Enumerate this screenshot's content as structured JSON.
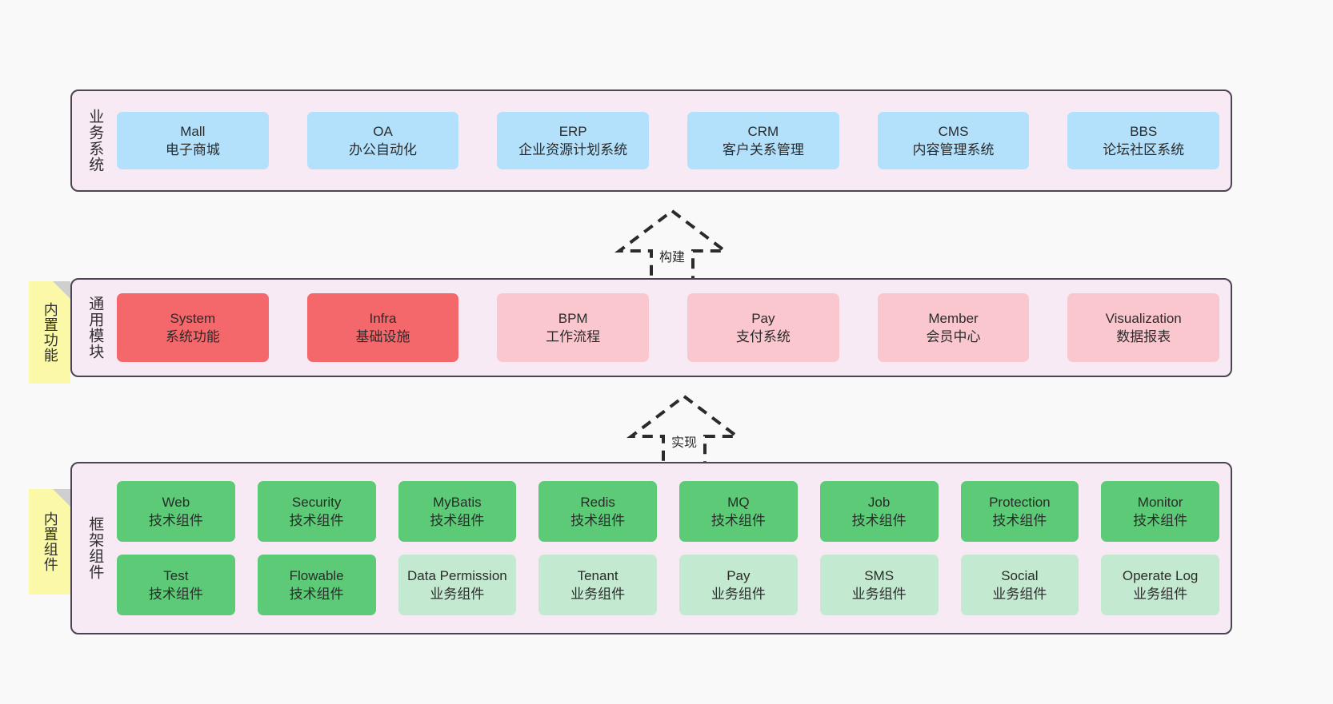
{
  "diagram": {
    "background": "#f9f9f9",
    "layer_fill": "#f8eaf4",
    "layer_stroke": "#4b4453",
    "note_fill": "#fbf8a8"
  },
  "layers": [
    {
      "id": "business",
      "title": "业务系统",
      "color": "#b3e0fb",
      "items": [
        {
          "en": "Mall",
          "cn": "电子商城"
        },
        {
          "en": "OA",
          "cn": "办公自动化"
        },
        {
          "en": "ERP",
          "cn": "企业资源计划系统"
        },
        {
          "en": "CRM",
          "cn": "客户关系管理"
        },
        {
          "en": "CMS",
          "cn": "内容管理系统"
        },
        {
          "en": "BBS",
          "cn": "论坛社区系统"
        }
      ]
    },
    {
      "id": "common-module",
      "title": "通用模块",
      "note": "内置功能",
      "color_primary": "#f4686c",
      "color_secondary": "#fbc7cf",
      "items": [
        {
          "en": "System",
          "cn": "系统功能",
          "tone": "primary"
        },
        {
          "en": "Infra",
          "cn": "基础设施",
          "tone": "primary"
        },
        {
          "en": "BPM",
          "cn": "工作流程",
          "tone": "secondary"
        },
        {
          "en": "Pay",
          "cn": "支付系统",
          "tone": "secondary"
        },
        {
          "en": "Member",
          "cn": "会员中心",
          "tone": "secondary"
        },
        {
          "en": "Visualization",
          "cn": "数据报表",
          "tone": "secondary"
        }
      ]
    },
    {
      "id": "framework",
      "title": "框架组件",
      "note": "内置组件",
      "color_primary": "#5cca77",
      "color_secondary": "#c3ead0",
      "row1": [
        {
          "en": "Web",
          "cn": "技术组件"
        },
        {
          "en": "Security",
          "cn": "技术组件"
        },
        {
          "en": "MyBatis",
          "cn": "技术组件"
        },
        {
          "en": "Redis",
          "cn": "技术组件"
        },
        {
          "en": "MQ",
          "cn": "技术组件"
        },
        {
          "en": "Job",
          "cn": "技术组件"
        },
        {
          "en": "Protection",
          "cn": "技术组件"
        },
        {
          "en": "Monitor",
          "cn": "技术组件"
        }
      ],
      "row2": [
        {
          "en": "Test",
          "cn": "技术组件",
          "tone": "primary"
        },
        {
          "en": "Flowable",
          "cn": "技术组件",
          "tone": "primary"
        },
        {
          "en": "Data Permission",
          "cn": "业务组件",
          "tone": "secondary"
        },
        {
          "en": "Tenant",
          "cn": "业务组件",
          "tone": "secondary"
        },
        {
          "en": "Pay",
          "cn": "业务组件",
          "tone": "secondary"
        },
        {
          "en": "SMS",
          "cn": "业务组件",
          "tone": "secondary"
        },
        {
          "en": "Social",
          "cn": "业务组件",
          "tone": "secondary"
        },
        {
          "en": "Operate Log",
          "cn": "业务组件",
          "tone": "secondary"
        }
      ]
    }
  ],
  "arrows": [
    {
      "id": "build",
      "label": "构建"
    },
    {
      "id": "implement",
      "label": "实现"
    }
  ]
}
